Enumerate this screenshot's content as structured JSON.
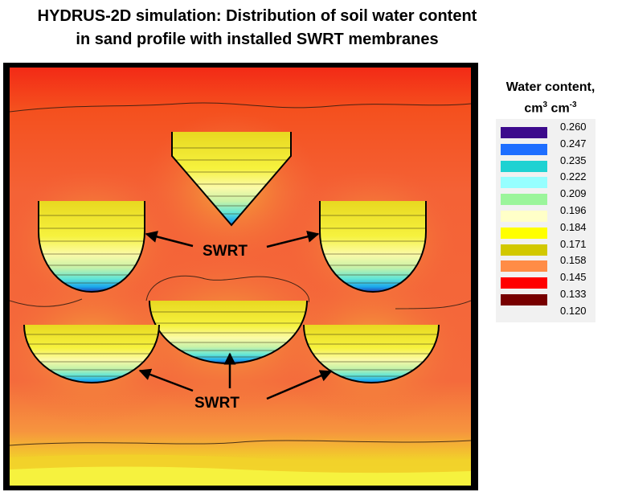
{
  "title": {
    "line1": "HYDRUS-2D simulation: Distribution of soil water content",
    "line2": "in sand profile with installed SWRT membranes"
  },
  "diagram": {
    "swrt_label_upper": "SWRT",
    "swrt_label_lower": "SWRT"
  },
  "legend": {
    "title_line1": "Water content,",
    "unit_cm_a": "cm",
    "unit_exp_a": "3",
    "unit_cm_b": "cm",
    "unit_exp_b": "-3",
    "entries": [
      {
        "value": "0.260",
        "color": "#3c0a8c"
      },
      {
        "value": "0.247",
        "color": "#1e6eff"
      },
      {
        "value": "0.235",
        "color": "#1ed2d2"
      },
      {
        "value": "0.222",
        "color": "#96ffff"
      },
      {
        "value": "0.209",
        "color": "#9bf59b"
      },
      {
        "value": "0.196",
        "color": "#ffffc8"
      },
      {
        "value": "0.184",
        "color": "#ffff00"
      },
      {
        "value": "0.171",
        "color": "#d2c800"
      },
      {
        "value": "0.158",
        "color": "#ff8c46"
      },
      {
        "value": "0.145",
        "color": "#ff0000"
      },
      {
        "value": "0.133",
        "color": "#780000"
      },
      {
        "value": "0.120",
        "color": ""
      }
    ]
  }
}
